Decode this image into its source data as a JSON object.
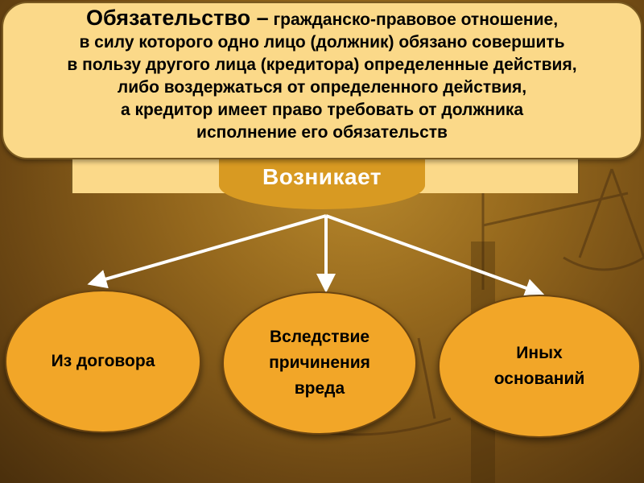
{
  "definition": {
    "term": "Обязательство –",
    "first_line_rest": "гражданско-правовое отношение,",
    "lines": [
      "в силу которого одно лицо (должник) обязано совершить",
      "в пользу другого лица (кредитора) определенные действия,",
      "либо воздержаться от определенного действия,",
      "а кредитор имеет право требовать от должника",
      "исполнение его обязательств"
    ]
  },
  "arises_label": "Возникает",
  "grounds": [
    {
      "label": "Из договора"
    },
    {
      "label_lines": [
        "Вследствие",
        "причинения",
        "вреда"
      ]
    },
    {
      "label_lines": [
        "Иных",
        "оснований"
      ]
    }
  ],
  "colors": {
    "box_fill": "#fbd989",
    "oval_fill": "#f2a628",
    "arrow": "#ffffff",
    "background": "#95681d"
  }
}
